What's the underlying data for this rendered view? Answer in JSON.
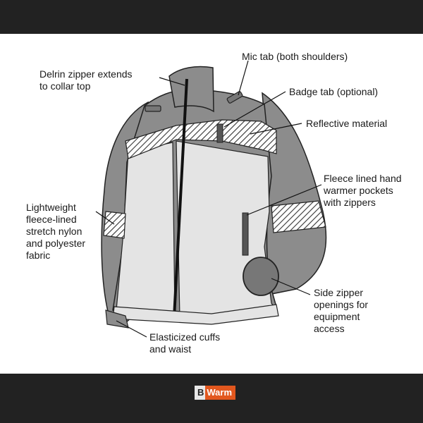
{
  "callouts": {
    "mic_tab": "Mic tab (both shoulders)",
    "zipper": [
      "Delrin zipper extends",
      "to collar top"
    ],
    "badge_tab": "Badge tab (optional)",
    "reflective": "Reflective material",
    "pockets": [
      "Fleece lined hand",
      "warmer pockets",
      "with zippers"
    ],
    "fabric": [
      "Lightweight",
      "fleece-lined",
      "stretch nylon",
      "and polyester",
      "fabric"
    ],
    "side_zipper": [
      "Side zipper",
      "openings for",
      "equipment",
      "access"
    ],
    "cuffs": [
      "Elasticized cuffs",
      "and waist"
    ]
  },
  "logo": {
    "prefix": "B",
    "name": "Warm"
  },
  "colors": {
    "band": "#222222",
    "panel_dark": "#8c8c8c",
    "panel_light": "#e4e4e4",
    "logo_accent": "#e2571e"
  }
}
